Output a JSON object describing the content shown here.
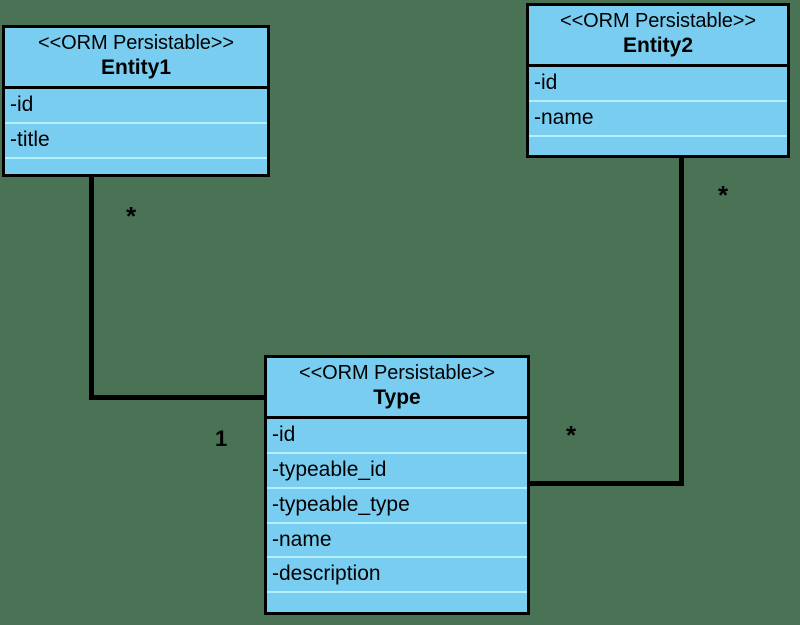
{
  "diagram": {
    "kind": "uml-class-diagram",
    "background_color": "#4a7355",
    "class_fill_color": "#79cdf0",
    "class_border_color": "#000000",
    "attribute_separator_color": "#b3f0ff",
    "connector_color": "#000000"
  },
  "classes": [
    {
      "id": "entity1",
      "stereotype": "<<ORM Persistable>>",
      "name": "Entity1",
      "attributes": [
        "-id",
        "-title"
      ]
    },
    {
      "id": "entity2",
      "stereotype": "<<ORM Persistable>>",
      "name": "Entity2",
      "attributes": [
        "-id",
        "-name"
      ]
    },
    {
      "id": "type",
      "stereotype": "<<ORM Persistable>>",
      "name": "Type",
      "attributes": [
        "-id",
        "-typeable_id",
        "-typeable_type",
        "-name",
        "-description"
      ]
    }
  ],
  "associations": [
    {
      "id": "entity1-type",
      "source": "entity1",
      "target": "type",
      "source_multiplicity": "*",
      "target_multiplicity": "1"
    },
    {
      "id": "entity2-type",
      "source": "entity2",
      "target": "type",
      "source_multiplicity": "*",
      "target_multiplicity": "*"
    }
  ],
  "multiplicity_labels": {
    "entity1_end": "*",
    "type_left_end": "1",
    "type_right_end": "*",
    "entity2_end": "*"
  }
}
